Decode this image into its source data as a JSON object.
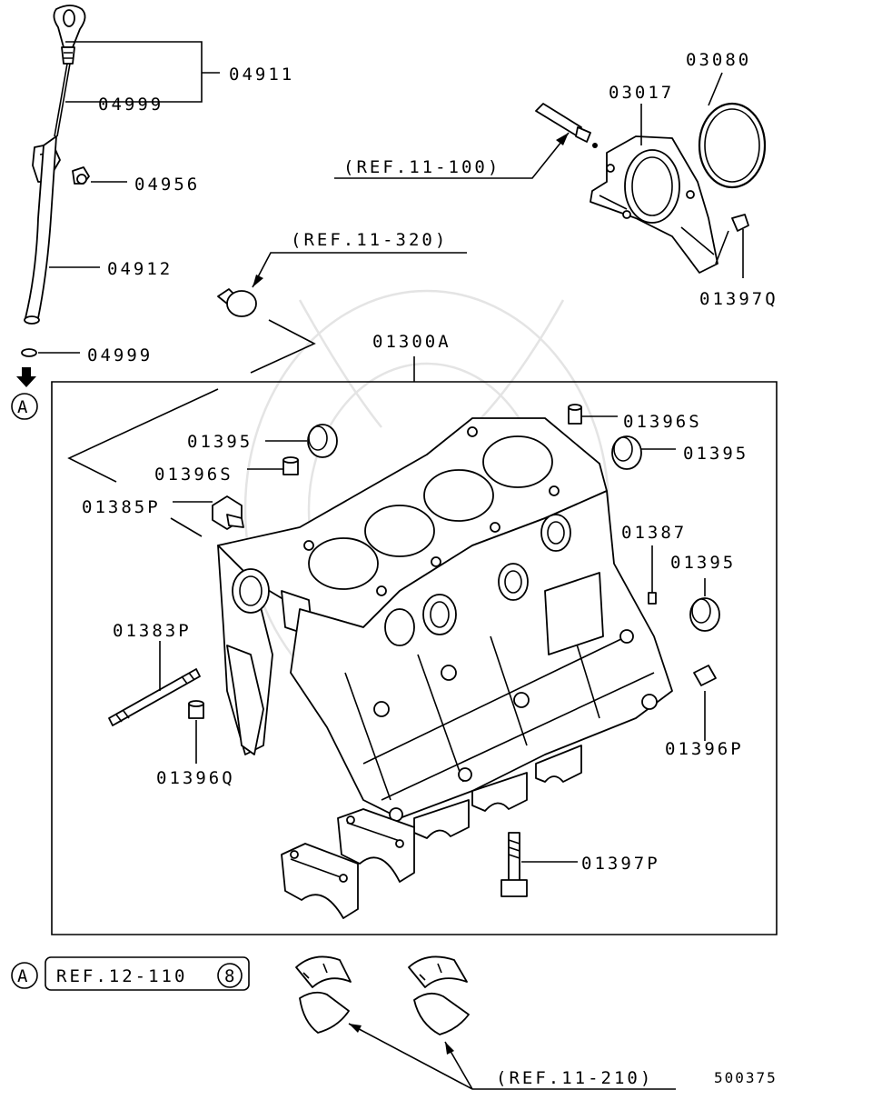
{
  "diagram": {
    "drawing_number": "500375",
    "frame_label": "01300A",
    "parts": {
      "p04911": "04911",
      "p04999_top": "04999",
      "p04956": "04956",
      "p04912": "04912",
      "p04999_bottom": "04999",
      "p03017": "03017",
      "p03080": "03080",
      "p01397Q": "01397Q",
      "p01395_left": "01395",
      "p01396S_left": "01396S",
      "p01385P": "01385P",
      "p01396S_right": "01396S",
      "p01395_right": "01395",
      "p01387": "01387",
      "p01395_mid": "01395",
      "p01383P": "01383P",
      "p01396Q": "01396Q",
      "p01396P": "01396P",
      "p01397P": "01397P"
    },
    "refs": {
      "ref_11_100": "(REF.11-100)",
      "ref_11_320": "(REF.11-320)",
      "ref_12_110": "REF.12-110",
      "ref_12_110_suffix": "8",
      "ref_11_210": "(REF.11-210)"
    },
    "connectors": {
      "a_top": "A",
      "a_bottom": "A"
    }
  }
}
